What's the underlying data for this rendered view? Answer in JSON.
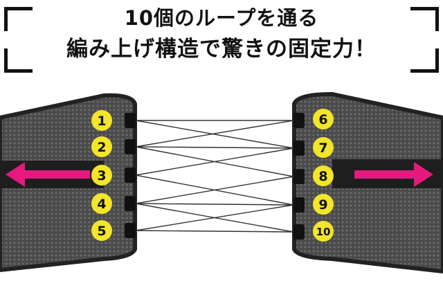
{
  "headline": {
    "line1": "10個のループを通る",
    "line2": "編み上げ構造で驚きの固定力！"
  },
  "loops": {
    "left": [
      "1",
      "2",
      "3",
      "4",
      "5"
    ],
    "right": [
      "6",
      "7",
      "8",
      "9",
      "10"
    ]
  },
  "colors": {
    "badge": "#f2e52a",
    "arrow": "#e5197e",
    "belt_edge": "#2b2b2b",
    "belt_mesh": "#555555",
    "cord": "#333333"
  }
}
